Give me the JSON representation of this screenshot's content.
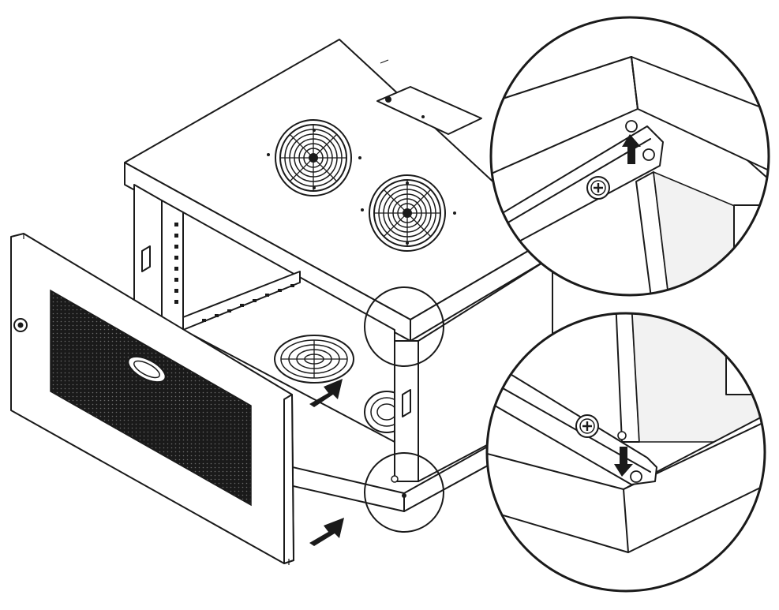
{
  "figure": {
    "subject": "wall-mount-cabinet-door-installation",
    "detail_views": [
      "top-hinge-detail",
      "bottom-hinge-detail"
    ],
    "arrow_directions": [
      "up",
      "down"
    ],
    "colors": {
      "line": "#1a1a1a",
      "background": "#ffffff",
      "perforation": "#1a1a1a"
    }
  }
}
